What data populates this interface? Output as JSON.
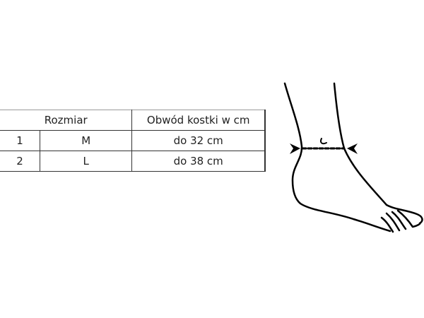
{
  "table": {
    "headers": [
      "Rozmiar",
      "Obwód kostki w cm"
    ],
    "rows": [
      {
        "num": "1",
        "size": "M",
        "circumference": "do 32 cm"
      },
      {
        "num": "2",
        "size": "L",
        "circumference": "do 38 cm"
      }
    ]
  },
  "illustration": {
    "icon": "ankle-measurement-icon"
  }
}
